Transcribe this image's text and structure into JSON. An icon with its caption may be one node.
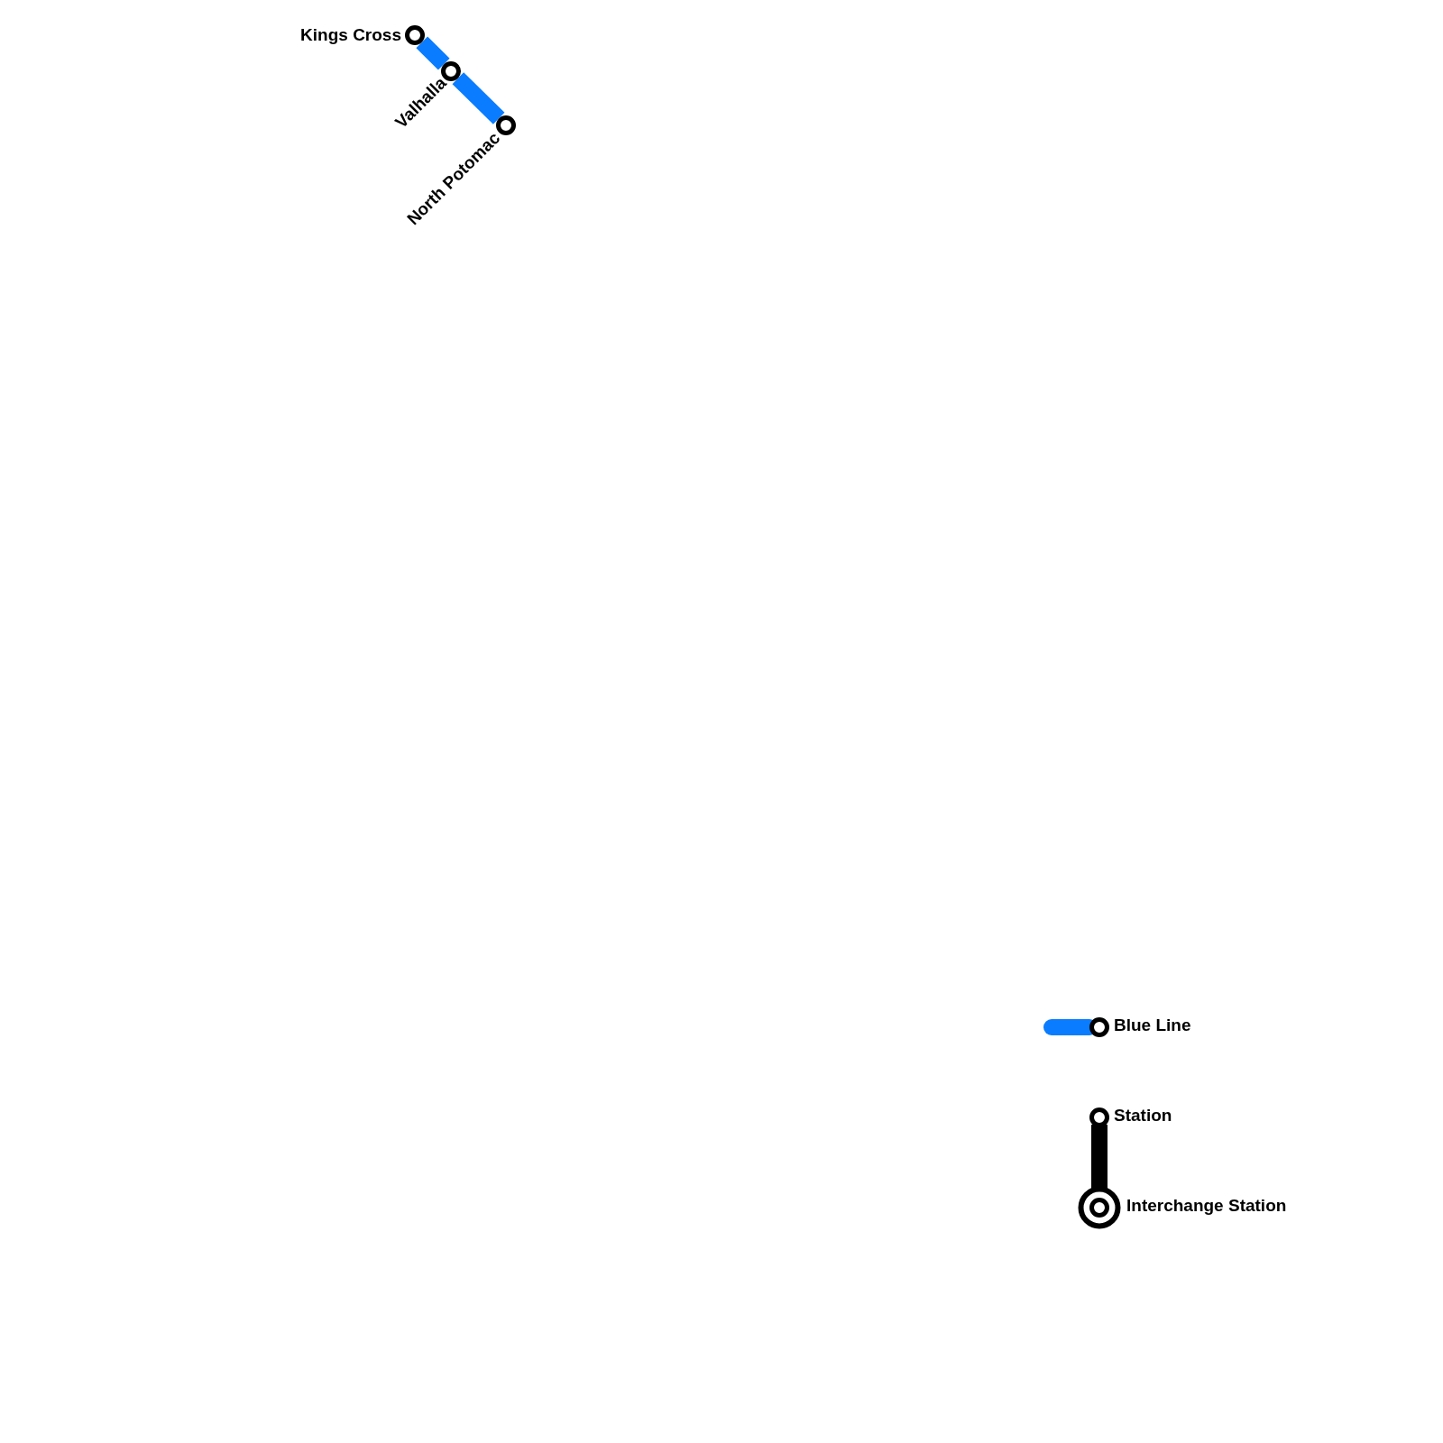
{
  "diagram": {
    "nodes": [
      {
        "text": [],
        "shape": "circle",
        "beside": [
          "Kings Cross"
        ]
      },
      {
        "text": [],
        "shape": "circle",
        "beside": [
          "Valhalla"
        ]
      },
      {
        "text": [],
        "shape": "circle",
        "beside": [
          "North Potomac"
        ]
      }
    ],
    "edges": [
      {
        "from": 0,
        "to": 1,
        "arrow": "none"
      },
      {
        "from": 1,
        "to": 2,
        "arrow": "none"
      }
    ],
    "legend": [
      {
        "text": "Blue Line",
        "color": "#0a7cff"
      },
      {
        "text": "Station"
      },
      {
        "text": "Interchange Station"
      }
    ]
  }
}
